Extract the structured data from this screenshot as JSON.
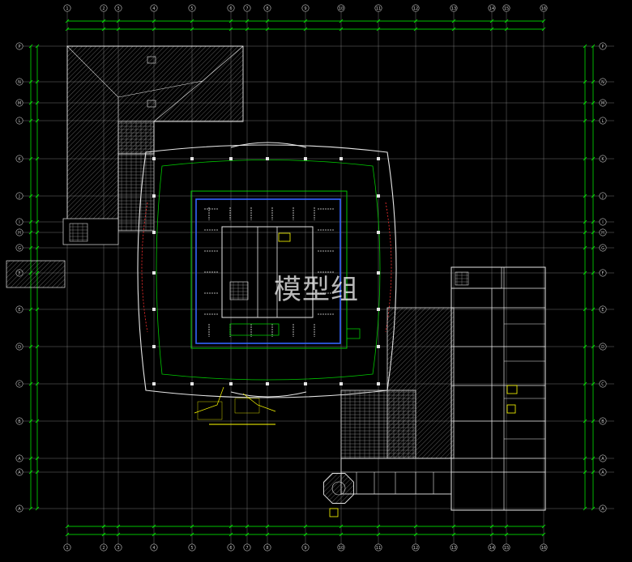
{
  "drawing": {
    "type": "CAD floor plan",
    "background": "#000000",
    "colors": {
      "grid": "#c8c8c8",
      "dimension": "#00ff00",
      "walls": "#e6e6e6",
      "glazing": "#3264ff",
      "green_outline": "#00c800",
      "text_yellow": "#ffff00",
      "red_detail": "#ff3030",
      "hatch": "#9a9a9a"
    },
    "watermark": "模型组"
  },
  "axes": {
    "top": [
      "1",
      "2",
      "3",
      "4",
      "5",
      "6",
      "7",
      "8",
      "9",
      "10",
      "11",
      "12",
      "13",
      "14",
      "15",
      "16"
    ],
    "bottom": [
      "1",
      "2",
      "3",
      "4",
      "5",
      "6",
      "7",
      "8",
      "9",
      "10",
      "11",
      "12",
      "13",
      "14",
      "15",
      "16"
    ],
    "left": [
      "P",
      "N",
      "M",
      "L",
      "K",
      "J",
      "I",
      "H",
      "G",
      "F",
      "E",
      "D",
      "C",
      "B",
      "A"
    ],
    "right": [
      "P",
      "N",
      "M",
      "L",
      "K",
      "J",
      "I",
      "H",
      "G",
      "F",
      "E",
      "D",
      "C",
      "B",
      "A"
    ]
  }
}
